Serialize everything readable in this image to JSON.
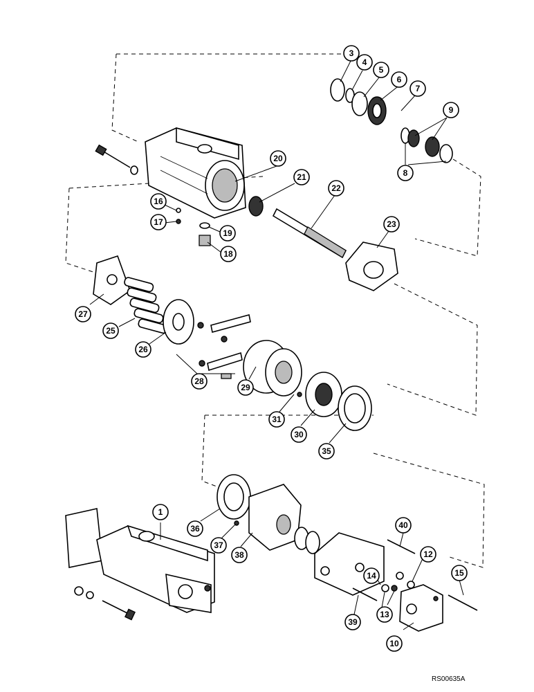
{
  "reference_code": "RS00635A",
  "callouts": [
    "1",
    "3",
    "4",
    "5",
    "6",
    "7",
    "8",
    "9",
    "10",
    "12",
    "13",
    "14",
    "15",
    "16",
    "17",
    "18",
    "19",
    "20",
    "21",
    "22",
    "23",
    "25",
    "26",
    "27",
    "28",
    "29",
    "30",
    "31",
    "35",
    "36",
    "37",
    "38",
    "39",
    "40"
  ]
}
